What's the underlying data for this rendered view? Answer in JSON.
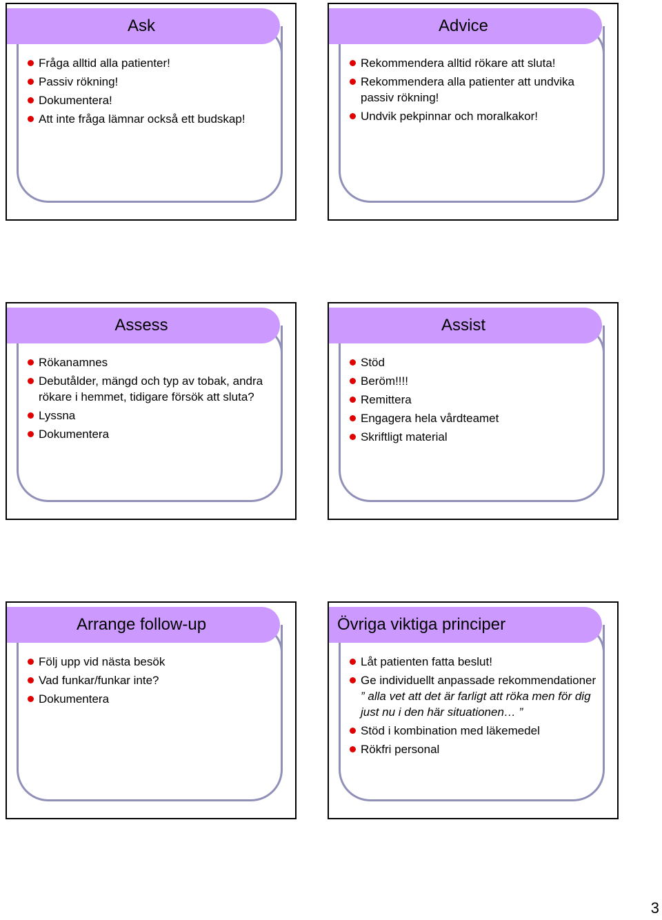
{
  "slides": [
    {
      "title": "Ask",
      "bullets": [
        "Fråga alltid alla patienter!",
        "Passiv rökning!",
        "Dokumentera!",
        "Att inte fråga lämnar också ett budskap!"
      ]
    },
    {
      "title": "Advice",
      "bullets": [
        "Rekommendera alltid rökare att sluta!",
        "Rekommendera alla patienter att undvika passiv rökning!",
        "Undvik pekpinnar och moralkakor!"
      ]
    },
    {
      "title": "Assess",
      "bullets": [
        "Rökanamnes",
        "Debutålder, mängd och typ av tobak, andra rökare i hemmet, tidigare försök att sluta?",
        "Lyssna",
        "Dokumentera"
      ]
    },
    {
      "title": "Assist",
      "bullets": [
        "Stöd",
        "Beröm!!!!",
        "Remittera",
        "Engagera hela vårdteamet",
        "Skriftligt material"
      ]
    },
    {
      "title": "Arrange follow-up",
      "bullets": [
        "Följ upp vid nästa besök",
        "Vad funkar/funkar inte?",
        "Dokumentera"
      ]
    },
    {
      "title": "Övriga viktiga principer",
      "bullets": [
        "Låt patienten fatta beslut!",
        "Ge individuellt anpassade rekommendationer",
        "Stöd i kombination med läkemedel",
        "Rökfri personal"
      ],
      "quote": "” alla vet att det är farligt att röka men för dig just nu i den här situationen… ”"
    }
  ],
  "page_number": "3",
  "colors": {
    "title_bar": "#cc99ff",
    "bullet": "#e10000",
    "frame": "#8f8fb8"
  }
}
